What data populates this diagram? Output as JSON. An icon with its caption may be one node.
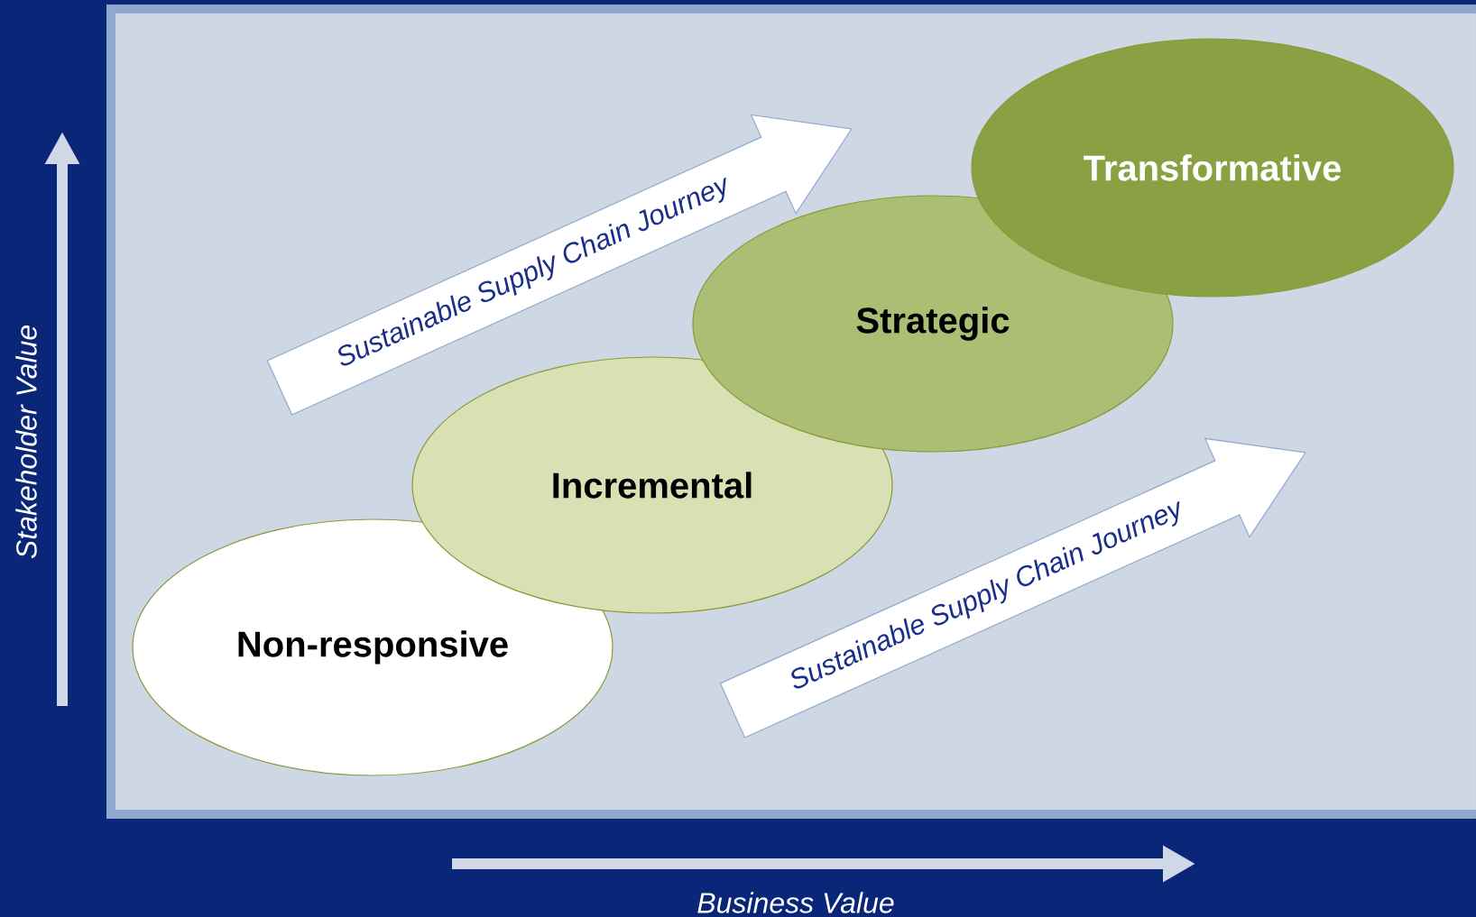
{
  "diagram": {
    "nodes": [
      {
        "text": [
          "Non-responsive"
        ]
      },
      {
        "text": [
          "Incremental"
        ]
      },
      {
        "text": [
          "Strategic"
        ]
      },
      {
        "text": [
          "Transformative"
        ]
      }
    ],
    "labels": [
      "Sustainable Supply Chain Journey",
      "Sustainable Supply Chain Journey",
      "Stakeholder Value",
      "Business Value"
    ]
  }
}
